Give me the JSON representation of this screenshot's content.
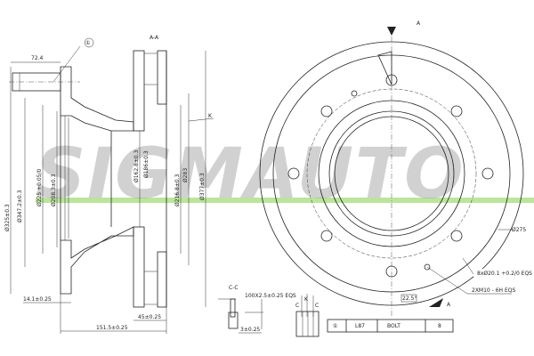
{
  "watermark": "SIGMAUTO",
  "section_view": {
    "title": "A-A",
    "balloon": "①",
    "dims": {
      "bolt_length": "72.4",
      "d_outer_flange": "Ø325±0.3",
      "d_bolt_circle": "Ø347.2±0.3",
      "d_pilot": "Ø225 +0.05/0",
      "d_bore": "Ø208.3±0.3",
      "d_inner1": "Ø162.8±0.3",
      "d_inner2": "Ø186±0.3",
      "d_friction_inner": "Ø216.8±0.3",
      "d_283": "Ø283",
      "d_outer": "Ø377±0.3",
      "flange_thickness": "14.1±0.25",
      "overall_height": "151.5±0.25",
      "disc_thickness": "45±0.25",
      "k_label": "K"
    }
  },
  "front_view": {
    "section_marks": [
      "A",
      "A"
    ],
    "dims": {
      "d_275": "Ø275",
      "holes": "8xØ20.1 +0.2/0 EQS",
      "threads": "2XM10 - 6H EQS",
      "angle": "22.5°"
    }
  },
  "detail_cc": {
    "title": "C-C",
    "slots": "100X2.5±0.25 EQS",
    "depth": "3±0.25"
  },
  "detail_k": {
    "labels": [
      "C",
      "K",
      "C"
    ]
  },
  "parts_table": {
    "rows": [
      {
        "item": "①",
        "part": "L87",
        "name": "BOLT",
        "qty": "8"
      }
    ]
  },
  "colors": {
    "watermark_gray": "#9a9a9a",
    "watermark_green": "#8fd45a"
  }
}
